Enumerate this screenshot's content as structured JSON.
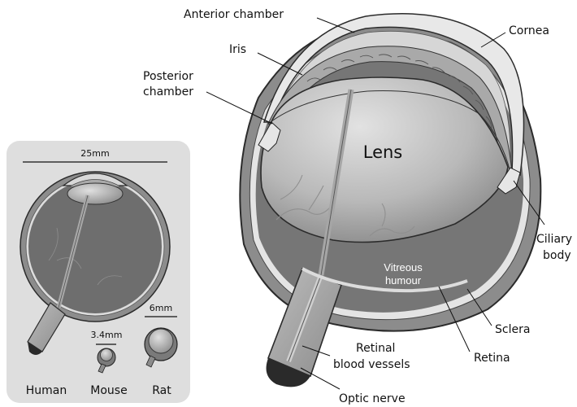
{
  "labels": {
    "anterior_chamber": "Anterior chamber",
    "cornea": "Cornea",
    "iris": "Iris",
    "posterior_chamber_1": "Posterior",
    "posterior_chamber_2": "chamber",
    "lens": "Lens",
    "ciliary_body_1": "Ciliary",
    "ciliary_body_2": "body",
    "vitreous_1": "Vitreous",
    "vitreous_2": "humour",
    "sclera": "Sclera",
    "retina": "Retina",
    "retinal_vessels_1": "Retinal",
    "retinal_vessels_2": "blood vessels",
    "optic_nerve": "Optic nerve"
  },
  "comparison": {
    "human_scale": "25mm",
    "mouse_scale": "3.4mm",
    "rat_scale": "6mm",
    "human": "Human",
    "mouse": "Mouse",
    "rat": "Rat"
  },
  "colors": {
    "panel_bg": "#dedede",
    "sclera": "#8a8a8a",
    "vitreous": "#7a7a7a",
    "lens_light": "#d4d4d4",
    "lens_dark": "#8f8f8f"
  }
}
